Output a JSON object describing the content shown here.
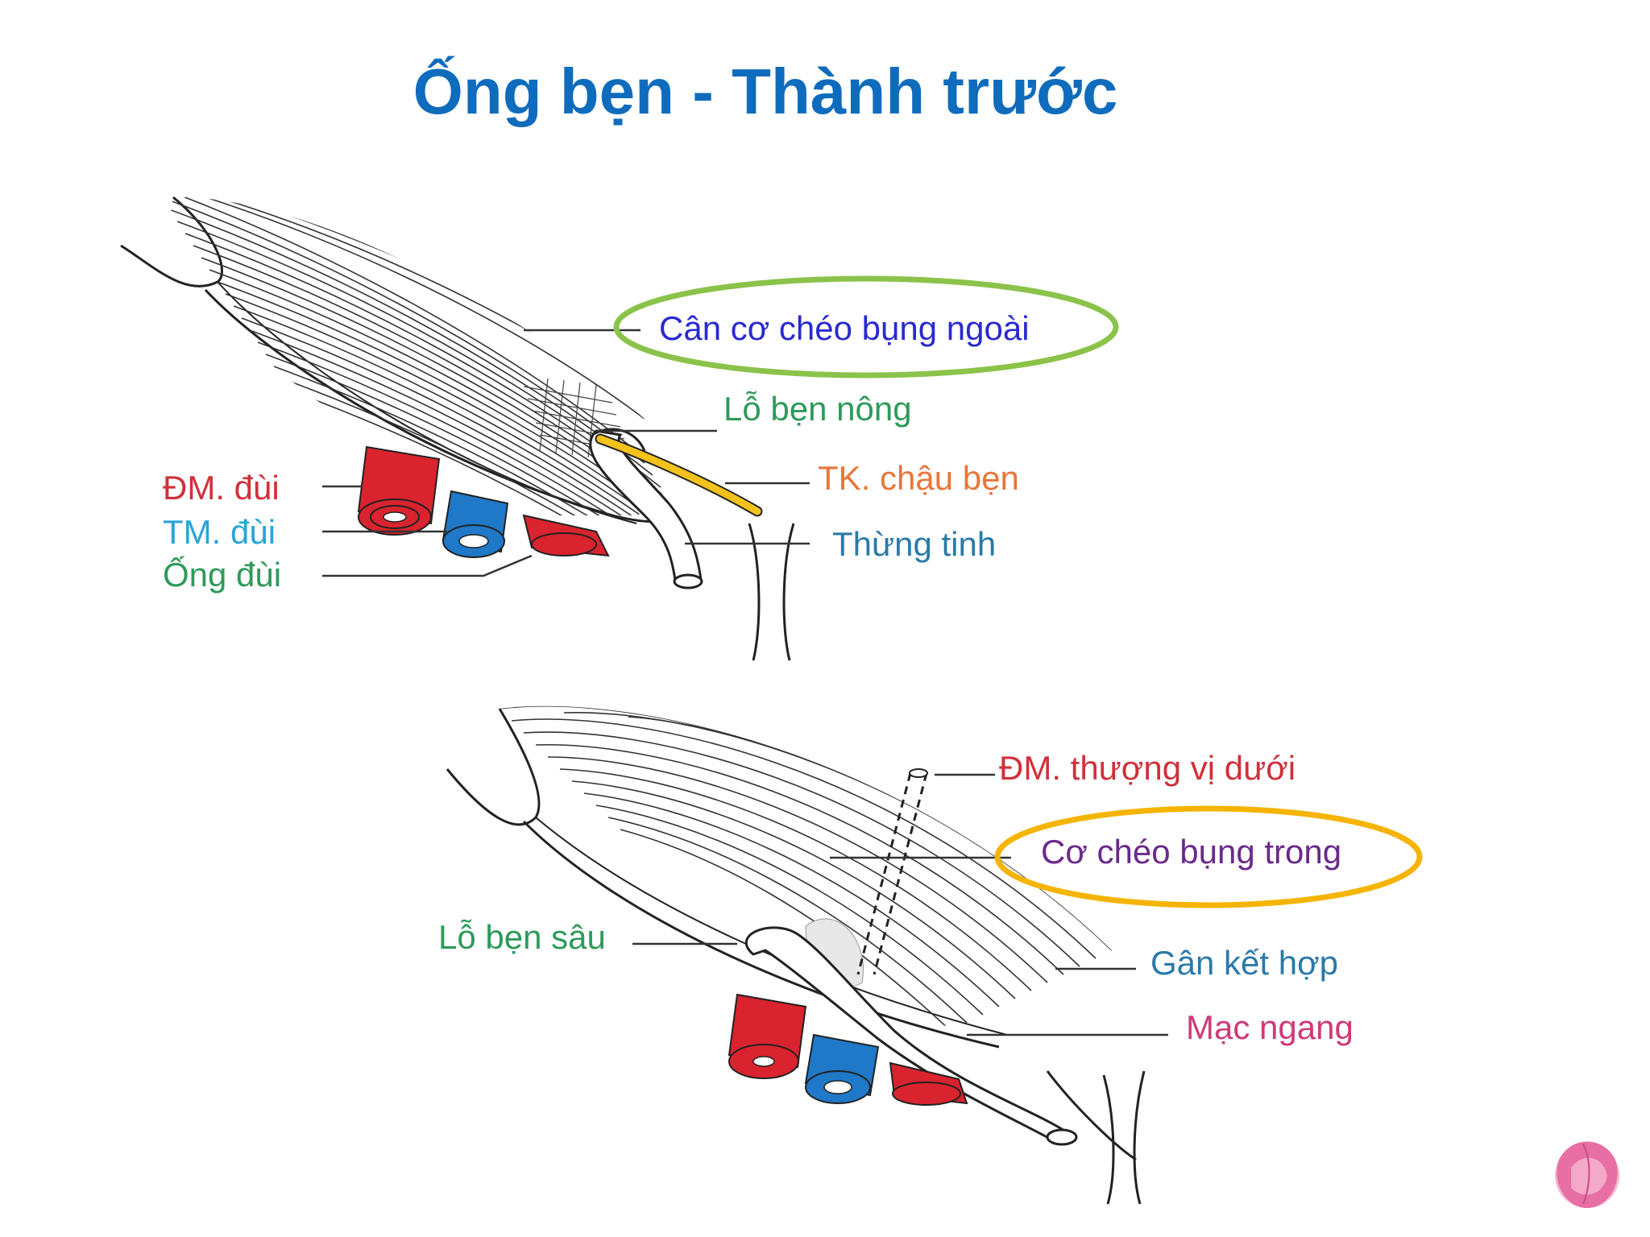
{
  "slide": {
    "title": "Ống bẹn - Thành trước"
  },
  "top_diagram": {
    "labels": {
      "external_oblique_aponeurosis": "Cân cơ chéo bụng ngoài",
      "superficial_inguinal_ring": "Lỗ bẹn nông",
      "ilioinguinal_nerve": "TK. chậu bẹn",
      "spermatic_cord": "Thừng tinh",
      "femoral_artery": "ĐM. đùi",
      "femoral_vein": "TM. đùi",
      "femoral_canal": "Ống đùi"
    }
  },
  "bottom_diagram": {
    "labels": {
      "inferior_epigastric_artery": "ĐM. thượng vị dưới",
      "internal_oblique_muscle": "Cơ chéo bụng trong",
      "deep_inguinal_ring": "Lỗ bẹn sâu",
      "conjoint_tendon": "Gân kết hợp",
      "transversalis_fascia": "Mạc ngang"
    }
  },
  "colors": {
    "title": "#0f6cbd",
    "label_blue": "#2a2ad0",
    "label_green": "#2e9a5a",
    "label_orange": "#e8763a",
    "label_teal": "#2a7aa8",
    "label_red": "#d0303a",
    "label_cyan": "#2aa4d8",
    "label_purple": "#6a2a8a",
    "label_magenta": "#d03a78",
    "highlight_green": "#8bc34a",
    "highlight_orange": "#f5b400",
    "artery_red": "#d9232e",
    "vein_blue": "#1f78c8",
    "nerve_yellow": "#f3c21b"
  },
  "icons": {
    "corner_logo": "flower-logo-icon"
  }
}
